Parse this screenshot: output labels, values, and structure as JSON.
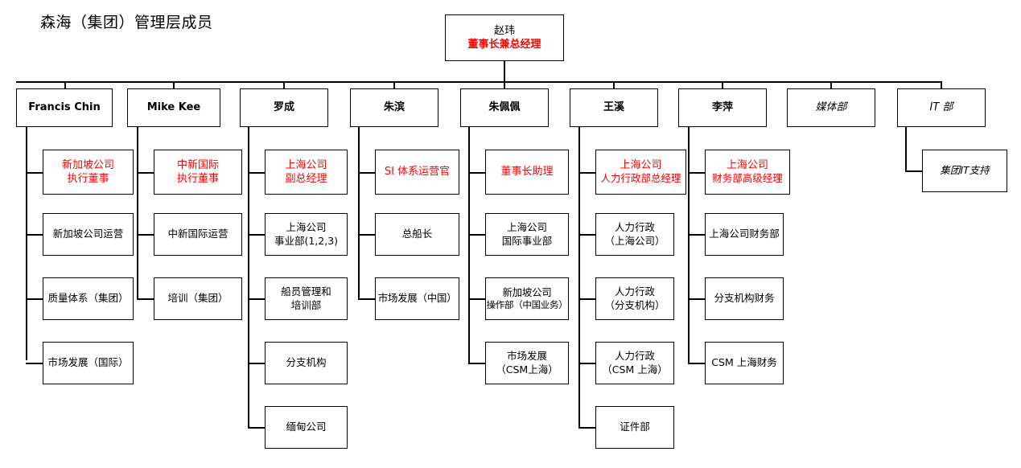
{
  "title": "森海（集团）管理层成员",
  "colors": {
    "accent_red": "#ff0000",
    "line": "#000000",
    "text": "#000000",
    "background": "#ffffff"
  },
  "root": {
    "name": "赵玮",
    "role": "董事长兼总经理"
  },
  "columns": [
    {
      "key": "francis-chin",
      "head": "Francis Chin",
      "head_style": "bold-latin",
      "role": [
        "新加坡公司",
        "执行董事"
      ],
      "children": [
        "新加坡公司运营",
        "质量体系（集团）",
        "市场发展（国际）"
      ]
    },
    {
      "key": "mike-kee",
      "head": "Mike Kee",
      "head_style": "bold-latin",
      "role": [
        "中新国际",
        "执行董事"
      ],
      "children": [
        "中新国际运营",
        "培训（集团）"
      ]
    },
    {
      "key": "luo-cheng",
      "head": "罗成",
      "head_style": "bold-cjk",
      "role": [
        "上海公司",
        "副总经理"
      ],
      "children": [
        "上海公司\n事业部(1,2,3)",
        "船员管理和\n培训部",
        "分支机构",
        "缅甸公司"
      ]
    },
    {
      "key": "zhu-bin",
      "head": "朱滨",
      "head_style": "bold-cjk",
      "role": [
        "SI 体系运营官"
      ],
      "children": [
        "总船长",
        "市场发展（中国）"
      ]
    },
    {
      "key": "zhu-peipei",
      "head": "朱佩佩",
      "head_style": "bold-cjk",
      "role": [
        "董事长助理"
      ],
      "children": [
        "上海公司\n国际事业部",
        "新加坡公司\n操作部（中国业务）",
        "市场发展\n（CSM上海）"
      ]
    },
    {
      "key": "wang-xi",
      "head": "王溪",
      "head_style": "bold-cjk",
      "role": [
        "上海公司",
        "人力行政部总经理"
      ],
      "children": [
        "人力行政\n（上海公司）",
        "人力行政\n（分支机构）",
        "人力行政\n（CSM上海）",
        "证件部"
      ]
    },
    {
      "key": "li-ping",
      "head": "李萍",
      "head_style": "bold-cjk",
      "role": [
        "上海公司",
        "财务部高级经理"
      ],
      "children": [
        "上海公司财务部",
        "分支机构财务",
        "CSM 上海财务"
      ]
    },
    {
      "key": "media-dept",
      "head": "媒体部",
      "head_style": "italic-cjk",
      "role": [],
      "children": []
    },
    {
      "key": "it-dept",
      "head": "IT 部",
      "head_style": "italic-cjk",
      "role": [],
      "children": [
        "集团IT支持"
      ]
    }
  ],
  "nodes": {
    "root_name": "赵玮",
    "root_role": "董事长兼总经理",
    "c0_head": "Francis Chin",
    "c0_role_1": "新加坡公司",
    "c0_role_2": "执行董事",
    "c0_ch0": "新加坡公司运营",
    "c0_ch1": "质量体系（集团）",
    "c0_ch2": "市场发展（国际）",
    "c1_head": "Mike Kee",
    "c1_role_1": "中新国际",
    "c1_role_2": "执行董事",
    "c1_ch0": "中新国际运营",
    "c1_ch1": "培训（集团）",
    "c2_head": "罗成",
    "c2_role_1": "上海公司",
    "c2_role_2": "副总经理",
    "c2_ch0_1": "上海公司",
    "c2_ch0_2": "事业部(1,2,3)",
    "c2_ch1_1": "船员管理和",
    "c2_ch1_2": "培训部",
    "c2_ch2": "分支机构",
    "c2_ch3": "缅甸公司",
    "c3_head": "朱滨",
    "c3_role_1": "SI 体系运营官",
    "c3_ch0": "总船长",
    "c3_ch1": "市场发展（中国）",
    "c4_head": "朱佩佩",
    "c4_role_1": "董事长助理",
    "c4_ch0_1": "上海公司",
    "c4_ch0_2": "国际事业部",
    "c4_ch1_1": "新加坡公司",
    "c4_ch1_2": "操作部（中国业务）",
    "c4_ch2_1": "市场发展",
    "c4_ch2_2": "（CSM上海）",
    "c5_head": "王溪",
    "c5_role_1": "上海公司",
    "c5_role_2": "人力行政部总经理",
    "c5_ch0_1": "人力行政",
    "c5_ch0_2": "（上海公司）",
    "c5_ch1_1": "人力行政",
    "c5_ch1_2": "（分支机构）",
    "c5_ch2_1": "人力行政",
    "c5_ch2_2": "（CSM 上海）",
    "c5_ch3": "证件部",
    "c6_head": "李萍",
    "c6_role_1": "上海公司",
    "c6_role_2": "财务部高级经理",
    "c6_ch0": "上海公司财务部",
    "c6_ch1": "分支机构财务",
    "c6_ch2": "CSM 上海财务",
    "c7_head": "媒体部",
    "c8_head": "IT 部",
    "c8_ch0": "集团IT支持"
  }
}
